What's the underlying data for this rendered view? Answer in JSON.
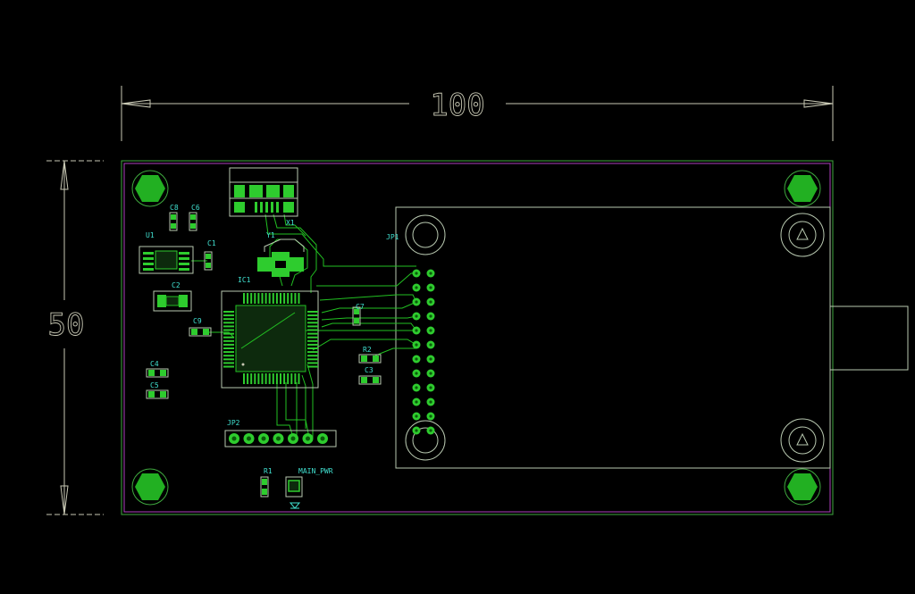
{
  "colors": {
    "background": "#000000",
    "outline": "#3fa93f",
    "board_edge": "#b040c0",
    "copper": "#22c022",
    "pad": "#2ecc2e",
    "silk": "#40e0d0",
    "dimension": "#c8c8b4",
    "pad_dark": "#0a5a0a"
  },
  "dimensions": {
    "width_label": "100",
    "height_label": "50"
  },
  "refs": {
    "c8": "C8",
    "c6": "C6",
    "u1": "U1",
    "c1": "C1",
    "c2": "C2",
    "c9": "C9",
    "c4": "C4",
    "c5": "C5",
    "ic1": "IC1",
    "y1": "Y1",
    "x1": "X1",
    "jp1": "JP1",
    "c7": "C7",
    "r2": "R2",
    "c3": "C3",
    "jp2": "JP2",
    "r1": "R1",
    "main_pwr": "MAIN_PWR"
  }
}
